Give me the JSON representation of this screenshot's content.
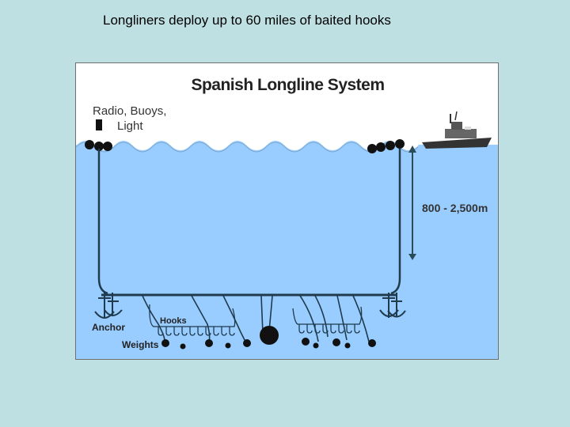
{
  "slide": {
    "title": "Longliners deploy up to 60 miles of baited hooks"
  },
  "diagram": {
    "title": "Spanish Longline System",
    "labels": {
      "radio_line1": "Radio, Buoys,",
      "radio_line2": "Light",
      "depth": "800 - 2,500m",
      "anchor": "Anchor",
      "hooks": "Hooks",
      "weights": "Weights"
    },
    "colors": {
      "sea": "#99ccff",
      "line": "#1f3b4d",
      "buoy": "#111111",
      "depth_arrow": "#2a4b5a",
      "background": "#bfe0e3"
    },
    "icons": [
      "buoy-icon",
      "radio-beacon-icon",
      "anchor-icon",
      "boat-icon",
      "weight-icon",
      "hook-icon"
    ]
  }
}
